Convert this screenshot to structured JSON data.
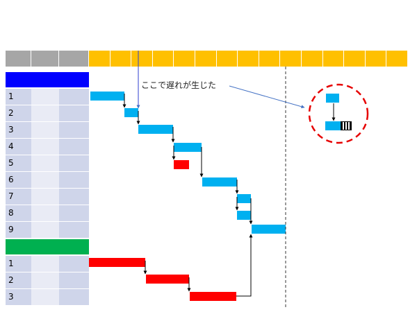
{
  "colors": {
    "header_gray": "#a6a6a6",
    "header_gold": "#ffc000",
    "group1": "#0000ff",
    "group2": "#00b050",
    "task_blue": "#00b0f0",
    "task_red": "#ff0000",
    "row_dark": "#cfd5ea",
    "row_light": "#e9ebf5",
    "circle": "#e60000",
    "deadline": "#333333"
  },
  "annotation": {
    "text": "ここで遅れが生じた"
  },
  "groups": [
    {
      "color_key": "group1",
      "rows": [
        {
          "label": "1"
        },
        {
          "label": "2"
        },
        {
          "label": "3"
        },
        {
          "label": "4"
        },
        {
          "label": "5"
        },
        {
          "label": "6"
        },
        {
          "label": "7"
        },
        {
          "label": "8"
        },
        {
          "label": "9"
        }
      ]
    },
    {
      "color_key": "group2",
      "rows": [
        {
          "label": "1"
        },
        {
          "label": "2"
        },
        {
          "label": "3"
        }
      ]
    }
  ]
}
